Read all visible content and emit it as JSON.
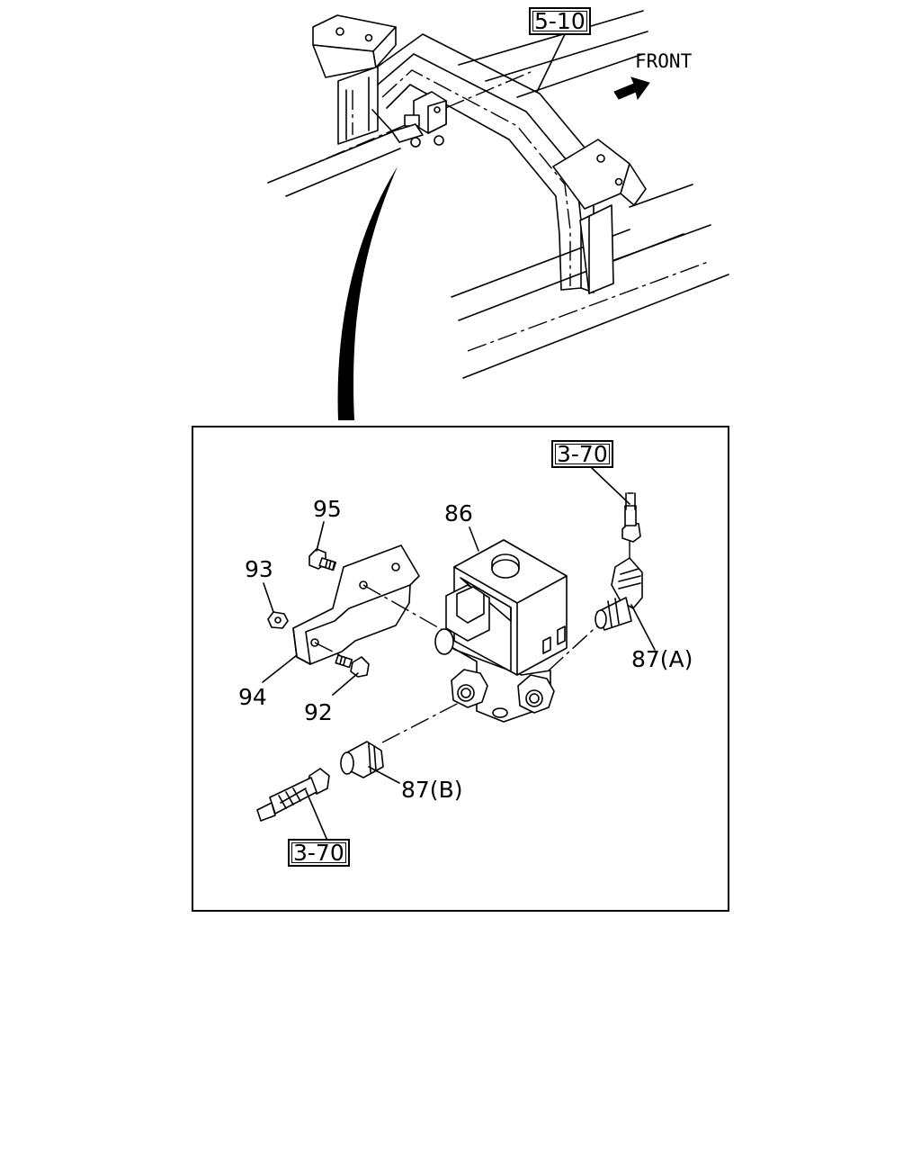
{
  "references": {
    "top": "5-10",
    "upper_right": "3-70",
    "lower_left": "3-70"
  },
  "direction": {
    "label": "FRONT"
  },
  "parts": {
    "p86": "86",
    "p87a": "87(A)",
    "p87b": "87(B)",
    "p92": "92",
    "p93": "93",
    "p94": "94",
    "p95": "95"
  },
  "icons": {
    "arrow": "front-arrow-icon"
  },
  "colors": {
    "line": "#000000",
    "background": "#ffffff"
  }
}
